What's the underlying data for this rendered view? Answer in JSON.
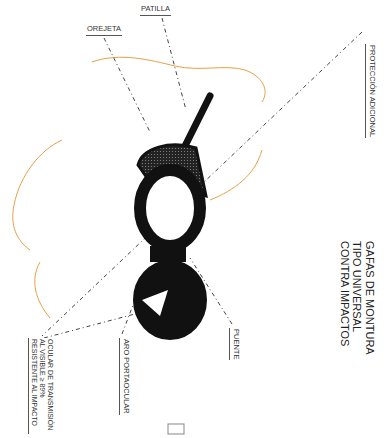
{
  "diagram": {
    "title": "GAFAS DE MONTURA TIPO UNIVERSAL CONTRA IMPACTOS",
    "labels": [
      "PATILLA",
      "OREJETA",
      "PROTECCIÓN ADICIONAL",
      "PUENTE",
      "ARO PORTAOCULAR",
      "OCULAR DE TRANSMISIÓN AL VISIBLE ≥ 89% RESISTENTE AL IMPACTO"
    ]
  }
}
